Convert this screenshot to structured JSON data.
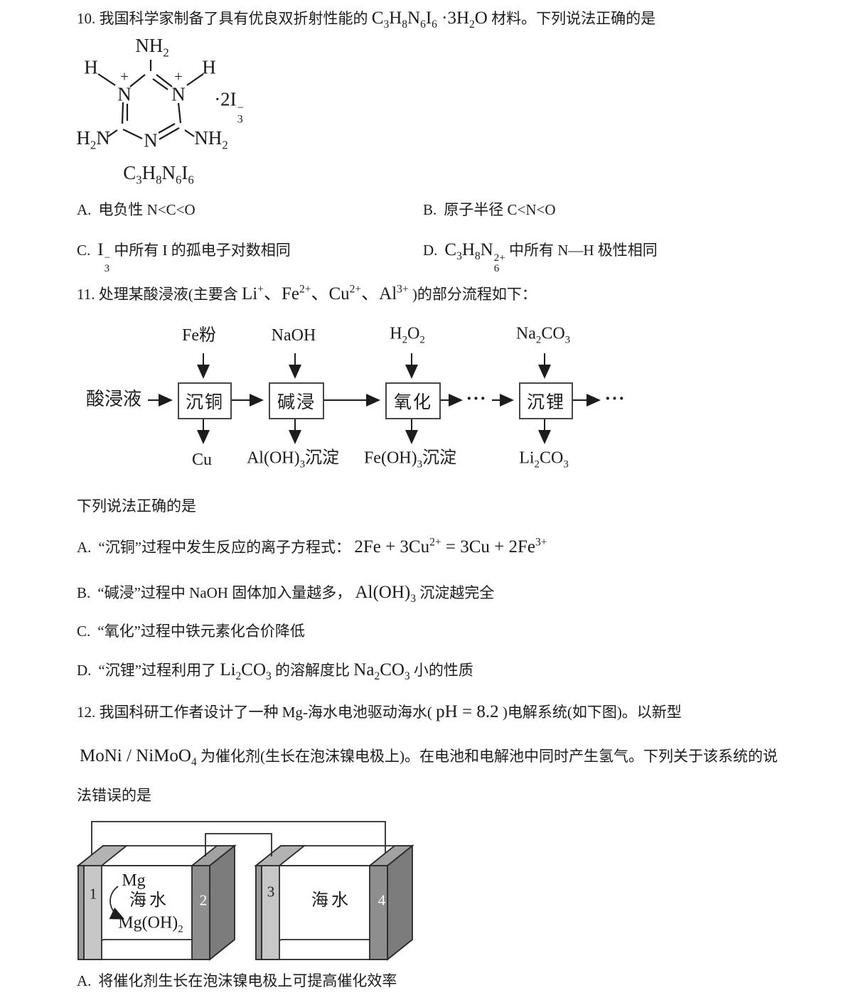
{
  "q10": {
    "stem_html": "10. 我国科学家制备了具有优良双折射性能的 <span class=\"fm2\">C<sub>3</sub>H<sub>8</sub>N<sub>6</sub>I<sub>6</sub> ·3H<sub>2</sub>O</span> 材料。下列说法正确的是",
    "structure": {
      "nh2_top_html": "NH<sub>2</sub>",
      "h_left": "H",
      "plus_left": "+",
      "n_left": "N",
      "plus_right": "+",
      "n_right": "N",
      "h_right": "H",
      "salt_html": "·2I<span class=\"stk\"><span>−</span><span>3</span></span>",
      "h2n_left_html": "H<sub>2</sub>N",
      "n_bottom": "N",
      "nh2_right_html": "NH<sub>2</sub>",
      "formula_html": "C<sub>3</sub>H<sub>8</sub>N<sub>6</sub>I<sub>6</sub>"
    },
    "options": [
      {
        "label": "A.",
        "html": "电负性 N&lt;C&lt;O"
      },
      {
        "label": "B.",
        "html": "原子半径 C&lt;N&lt;O"
      },
      {
        "label": "C.",
        "html": "<span class=\"fm2\">I<span class=\"stk\"><span>−</span><span>3</span></span></span> 中所有 I 的孤电子对数相同"
      },
      {
        "label": "D.",
        "html": "<span class=\"fm2\">C<sub>3</sub>H<sub>8</sub>N<span class=\"stk\"><span>2+</span><span>6</span></span></span> 中所有 N—H 极性相同"
      }
    ]
  },
  "q11": {
    "stem_html": "11. 处理某酸浸液(主要含 <span class=\"fm2\">Li<sup>+</sup>、Fe<sup>2+</sup>、Cu<sup>2+</sup>、Al<sup>3+</sup></span> )的部分流程如下：",
    "flow": {
      "source": "酸浸液",
      "ellipsis1": "···",
      "ellipsis2": "···",
      "steps": [
        {
          "top_html": "Fe粉",
          "box": "沉铜",
          "bottom_html": "Cu"
        },
        {
          "top_html": "NaOH",
          "box": "碱浸",
          "bottom_html": "Al(OH)<sub>3</sub>沉淀"
        },
        {
          "top_html": "H<sub>2</sub>O<sub>2</sub>",
          "box": "氧化",
          "bottom_html": "Fe(OH)<sub>3</sub>沉淀"
        },
        {
          "top_html": "Na<sub>2</sub>CO<sub>3</sub>",
          "box": "沉锂",
          "bottom_html": "Li<sub>2</sub>CO<sub>3</sub>"
        }
      ]
    },
    "prompt": "下列说法正确的是",
    "options": [
      {
        "label": "A.",
        "html": "“沉铜”过程中发生反应的离子方程式： <span class=\"fm2\">2Fe + 3Cu<sup>2+</sup> = 3Cu + 2Fe<sup>3+</sup></span>"
      },
      {
        "label": "B.",
        "html": "“碱浸”过程中 NaOH 固体加入量越多， <span class=\"fm2\">Al(OH)<sub>3</sub></span> 沉淀越完全"
      },
      {
        "label": "C.",
        "html": "“氧化”过程中铁元素化合价降低"
      },
      {
        "label": "D.",
        "html": "“沉锂”过程利用了 <span class=\"fm2\">Li<sub>2</sub>CO<sub>3</sub></span> 的溶解度比 <span class=\"fm2\">Na<sub>2</sub>CO<sub>3</sub></span> 小的性质"
      }
    ]
  },
  "q12": {
    "stem_line1_html": "12. 我国科研工作者设计了一种 Mg-海水电池驱动海水( <span class=\"fm2\">pH = 8.2</span> )电解系统(如下图)。以新型",
    "stem_line2_html": "<span class=\"fm2\">MoNi / NiMoO<sub>4</sub></span> 为催化剂(生长在泡沫镍电极上)。在电池和电解池中同时产生氢气。下列关于该系统的说",
    "stem_line3": "法错误的是",
    "diagram": {
      "electrode1": "1",
      "electrode2": "2",
      "electrode3": "3",
      "electrode4": "4",
      "seawater_left": "海水",
      "seawater_right": "海水",
      "mg": "Mg",
      "mgoh2_html": "Mg(OH)<sub>2</sub>"
    },
    "options": [
      {
        "label": "A.",
        "html": "将催化剂生长在泡沫镍电极上可提高催化效率"
      }
    ]
  }
}
